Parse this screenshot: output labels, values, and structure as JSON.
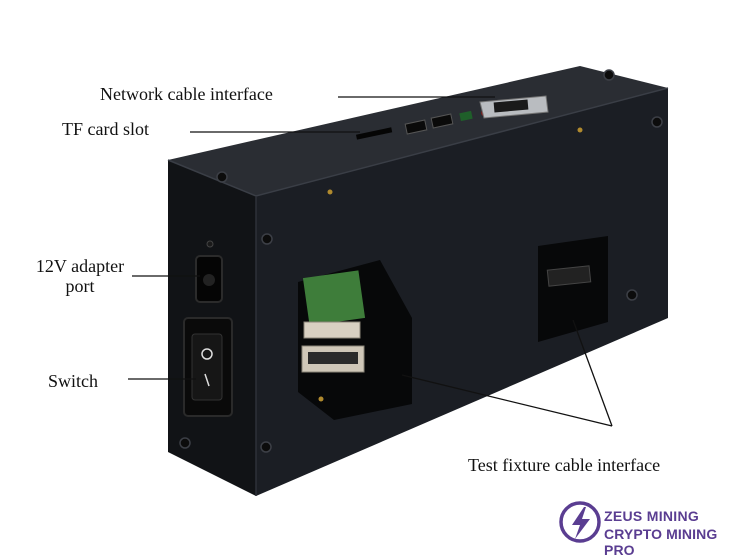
{
  "labels": {
    "network": "Network cable interface",
    "tf_card": "TF card slot",
    "adapter_line1": "12V adapter",
    "adapter_line2": "port",
    "switch": "Switch",
    "fixture": "Test fixture cable interface"
  },
  "brand": {
    "line1": "ZEUS MINING",
    "line2": "CRYPTO MINING PRO",
    "color": "#5a3d91"
  },
  "colors": {
    "device_body": "#1b1e24",
    "device_side": "#111316",
    "pcb_green": "#3e7d3a"
  },
  "icons": [
    "lightning-logo-icon"
  ]
}
